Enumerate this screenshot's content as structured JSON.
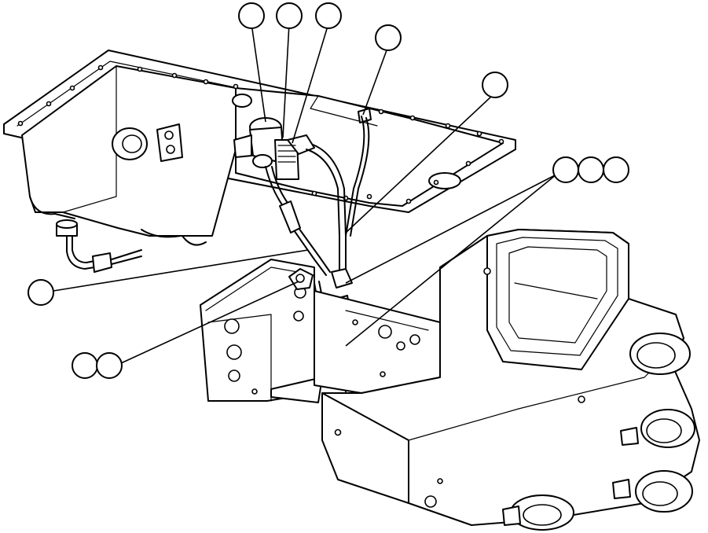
{
  "diagram": {
    "colors": {
      "line": "#000000",
      "background": "#ffffff"
    },
    "callouts": [
      {
        "id": "callout-1",
        "label": ""
      },
      {
        "id": "callout-2",
        "label": ""
      },
      {
        "id": "callout-3",
        "label": ""
      },
      {
        "id": "callout-4",
        "label": ""
      },
      {
        "id": "callout-5",
        "label": ""
      },
      {
        "id": "callout-6",
        "label": ""
      },
      {
        "id": "callout-7",
        "label": ""
      },
      {
        "id": "callout-8",
        "label": ""
      },
      {
        "id": "callout-9",
        "label": ""
      },
      {
        "id": "callout-10",
        "label": ""
      },
      {
        "id": "callout-11",
        "label": ""
      }
    ]
  }
}
